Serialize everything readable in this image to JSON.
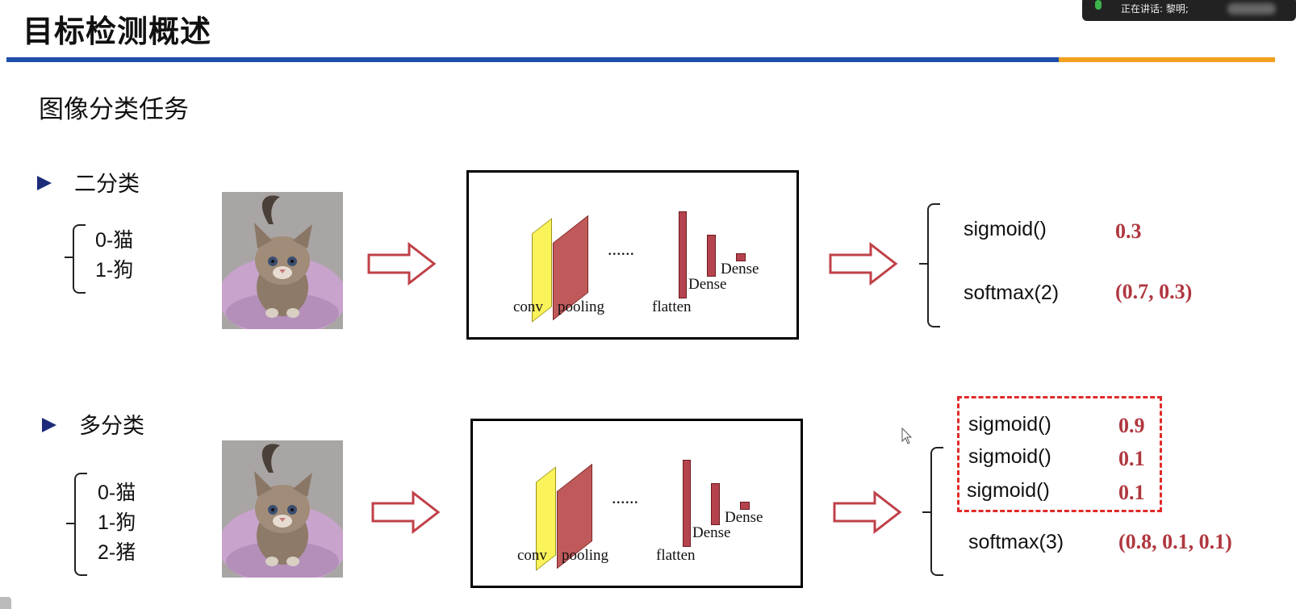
{
  "header": {
    "title": "目标检测概述",
    "speaking_label": "正在讲话: 黎明;",
    "accent_blue": "#1f4fa8",
    "accent_orange": "#f2a01e"
  },
  "subtitle": "图像分类任务",
  "binary": {
    "heading": "二分类",
    "classes": [
      "0-猫",
      "1-狗"
    ],
    "network": {
      "labels": [
        "conv",
        "pooling",
        "flatten",
        "Dense",
        "Dense"
      ],
      "ellipsis": "......"
    },
    "outputs": [
      {
        "fn": "sigmoid()",
        "value": "0.3"
      },
      {
        "fn": "softmax(2)",
        "value": "(0.7, 0.3)"
      }
    ]
  },
  "multi": {
    "heading": "多分类",
    "classes": [
      "0-猫",
      "1-狗",
      "2-猪"
    ],
    "network": {
      "labels": [
        "conv",
        "pooling",
        "flatten",
        "Dense",
        "Dense"
      ],
      "ellipsis": "......"
    },
    "sigmoid_outputs": [
      {
        "fn": "sigmoid()",
        "value": "0.9"
      },
      {
        "fn": "sigmoid()",
        "value": "0.1"
      },
      {
        "fn": "sigmoid()",
        "value": "0.1"
      }
    ],
    "softmax_output": {
      "fn": "softmax(3)",
      "value": "(0.8, 0.1, 0.1)"
    }
  },
  "colors": {
    "value_red": "#b0373f",
    "dashed_red": "#e02a2a",
    "layer_yellow": "#fbf35a",
    "layer_red": "#c05a5a",
    "bullet_navy": "#1d2b7a"
  }
}
